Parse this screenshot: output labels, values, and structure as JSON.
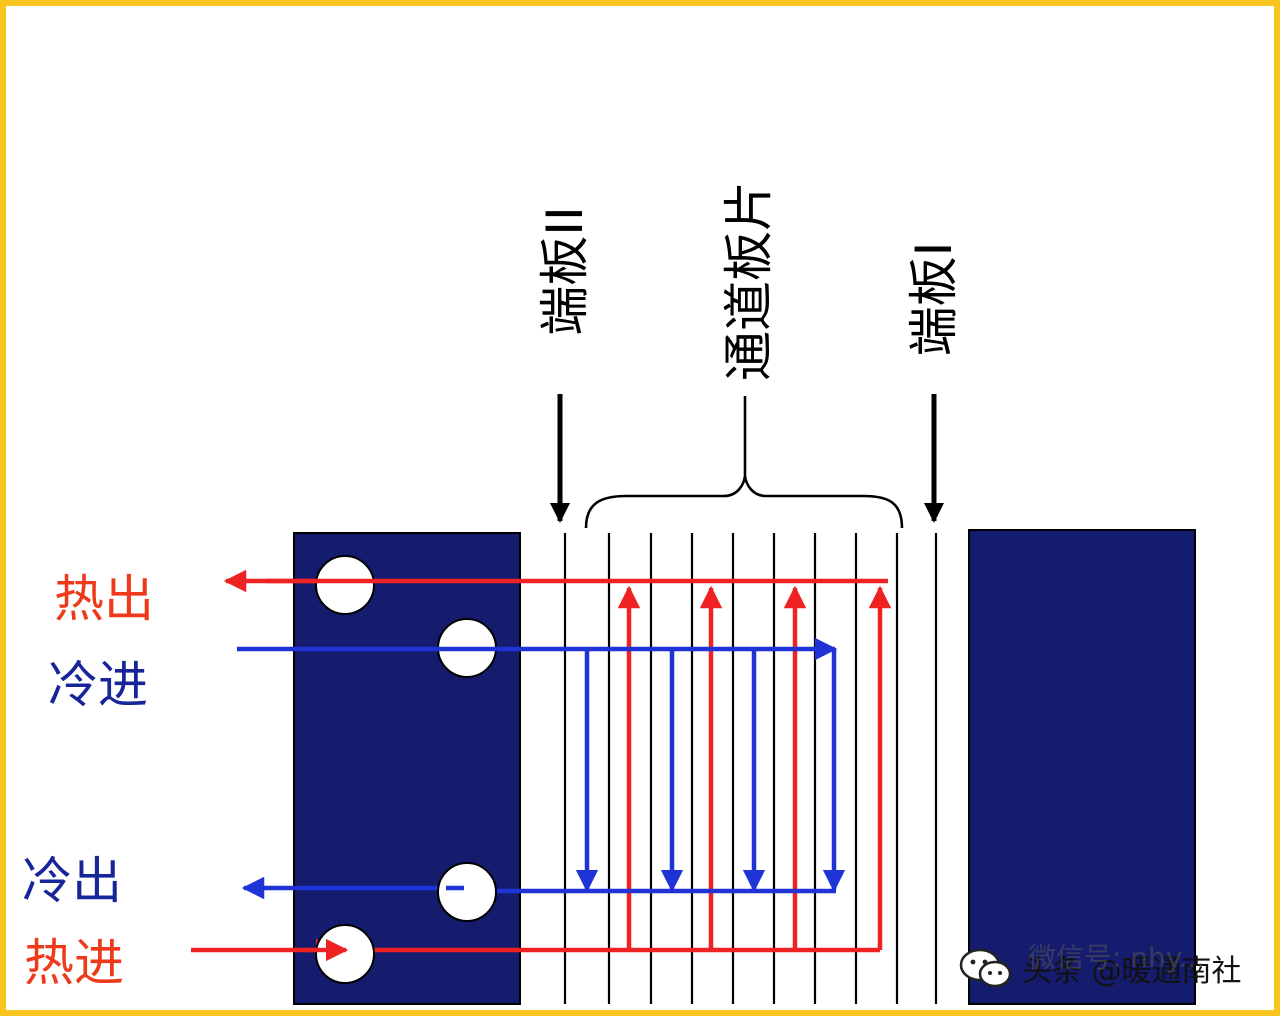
{
  "colors": {
    "frame": "#f7c51e",
    "end_plate": "#151c6e",
    "hot": "#ee2222",
    "cold": "#1f33d6",
    "line": "#000000",
    "hot_label": "#ee3a1a",
    "cold_label": "#17249a"
  },
  "labels": {
    "end_plate_2": "端板II",
    "channel_plates": "通道板片",
    "end_plate_1": "端板I",
    "hot_out": "热出",
    "cold_in": "冷进",
    "cold_out": "冷出",
    "hot_in": "热进"
  },
  "watermark": {
    "icon": "wechat-icon",
    "text": "头条 @暖通南社",
    "faint_text": "微信号: nhy..."
  }
}
